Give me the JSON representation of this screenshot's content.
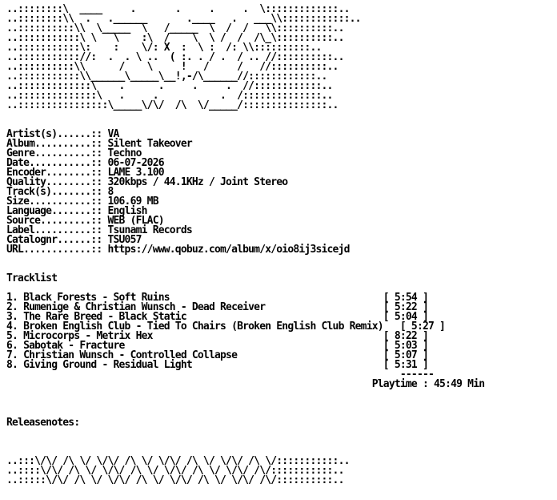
{
  "header_art": [
    "..::::::::\\  ____     .       .     .     .  \\:::::::::::::..",
    "..::::::::\\\\  .   .______       .____   .   ___\\\\::::::::::::..",
    "..::::::::::\\\\  \\_____  \\   /_____  \\  /  /   \\\\::::::::::..",
    "..:::::::::::\\ \\   \\    :\\  /    \\  \\ /  /  /\\_\\::::::::::..",
    "..:::::::::::\\:    :    \\/: X  :  \\ :  /: \\\\::::::::::..",
    "..::::::::::://:  .  . \\ ..  ( :. . / .  / .. //::::::::::..",
    "..::::::::::\\\\      /    \\     !   /     /   //::::::::::..",
    "..:::::::::::\\\\______\\_____\\__!,-/\\______//::::::::::::..",
    "..:::::::::::::\\    .      .     .     .  //::::::::::::..",
    "..::::::::::::::\\   .     .           .  /::::::::::::::..",
    "..::::::::::::::::\\_____\\/\\/  /\\  \\/_____/:::::::::::::::.."
  ],
  "info": [
    "Artist(s)......:: VA",
    "Album..........:: Silent Takeover",
    "Genre..........:: Techno",
    "Date...........:: 06-07-2026",
    "Encoder........:: LAME 3.100",
    "Quality........:: 320kbps / 44.1KHz / Joint Stereo",
    "Track(s).......:: 8",
    "Size...........:: 106.69 MB",
    "Language.......:: English",
    "Source.........:: WEB (FLAC)",
    "Label..........:: Tsunami Records",
    "Catalognr......:: TSU057",
    "URL............:: https://www.qobuz.com/album/x/oio8ij3sicejd"
  ],
  "tracklist_heading": "Tracklist",
  "tracks": [
    "1. Black Forests - Soft Ruins                                      [ 5:54 ]",
    "2. Rumenige & Christian Wunsch - Dead Receiver                     [ 5:22 ]",
    "3. The Rare Breed - Black Static                                   [ 5:04 ]",
    "4. Broken English Club - Tied To Chairs (Broken English Club Remix)   [ 5:27 ]",
    "5. Microcorps - Metrix Hex                                         [ 8:22 ]",
    "6. Sabotak - Fracture                                              [ 5:03 ]",
    "7. Christian Wunsch - Controlled Collapse                          [ 5:07 ]",
    "8. Giving Ground - Residual Light                                  [ 5:31 ]"
  ],
  "total_rule": "                                                                      ------",
  "playtime": "                                                                 Playtime : 45:49 Min",
  "releasenotes_heading": "Releasenotes:",
  "footer_art": [
    "..:::\\/\\/ /\\ \\/ \\/\\/ /\\ \\/ \\/\\/ /\\ \\/ \\/\\/ /\\ \\/:::::::::::..",
    "..::::\\/\\/ /\\ \\/ \\/\\/ /\\ \\/ \\/\\/ /\\ \\/ \\/\\/ /\\/:::::::::::..",
    "..:::::\\/\\/ /\\ \\/ \\/\\/ /\\ \\/ \\/\\/ /\\ \\/ \\/\\/ /\\/::::::::::.."
  ]
}
